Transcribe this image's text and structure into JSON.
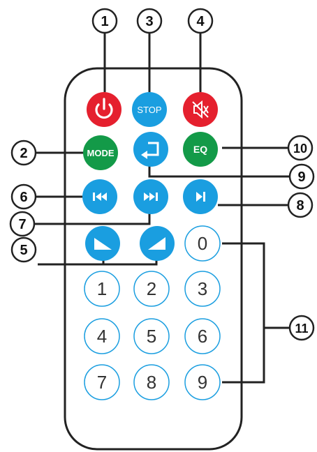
{
  "buttons": {
    "power": {
      "icon": "power-icon",
      "color": "#e5202e"
    },
    "stop": {
      "label": "STOP",
      "color": "#1a9ee0"
    },
    "mute": {
      "icon": "mute-icon",
      "color": "#e5202e"
    },
    "mode": {
      "label": "MODE",
      "color": "#139a48"
    },
    "return": {
      "icon": "return-icon",
      "color": "#1a9ee0"
    },
    "eq": {
      "label": "EQ",
      "color": "#139a48"
    },
    "prev": {
      "icon": "previous-track-icon",
      "color": "#1a9ee0"
    },
    "next": {
      "icon": "next-track-icon",
      "color": "#1a9ee0"
    },
    "play_pause": {
      "icon": "play-pause-icon",
      "color": "#1a9ee0"
    },
    "vol_down": {
      "icon": "volume-down-icon",
      "color": "#1a9ee0"
    },
    "vol_up": {
      "icon": "volume-up-icon",
      "color": "#1a9ee0"
    }
  },
  "digits": {
    "d0": "0",
    "d1": "1",
    "d2": "2",
    "d3": "3",
    "d4": "4",
    "d5": "5",
    "d6": "6",
    "d7": "7",
    "d8": "8",
    "d9": "9"
  },
  "callouts": {
    "c1": "1",
    "c2": "2",
    "c3": "3",
    "c4": "4",
    "c5": "5",
    "c6": "6",
    "c7": "7",
    "c8": "8",
    "c9": "9",
    "c10": "10",
    "c11": "11"
  },
  "colors": {
    "outline": "#222222",
    "digit_ring": "#1a9ee0",
    "white": "#ffffff"
  }
}
